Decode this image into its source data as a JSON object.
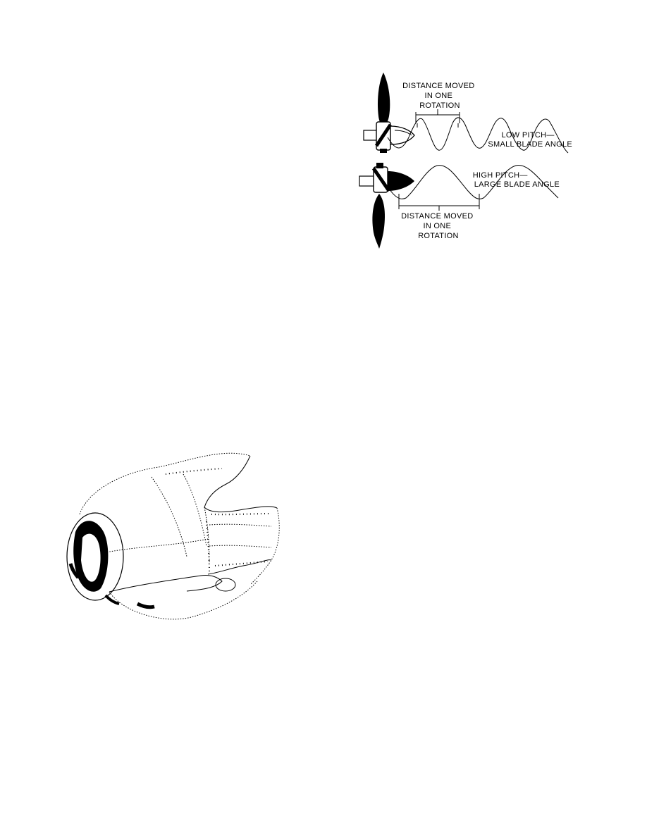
{
  "pitch_diagram": {
    "top_dimension_label": [
      "DISTANCE MOVED",
      "IN ONE",
      "ROTATION"
    ],
    "low_pitch_label": [
      "LOW PITCH—",
      "SMALL BLADE ANGLE"
    ],
    "high_pitch_label": [
      "HIGH PITCH—",
      "LARGE BLADE ANGLE"
    ],
    "bottom_dimension_label": [
      "DISTANCE MOVED",
      "IN ONE",
      "ROTATION"
    ]
  },
  "cowling_illustration": {
    "icon": "engine-cowling-icon"
  }
}
